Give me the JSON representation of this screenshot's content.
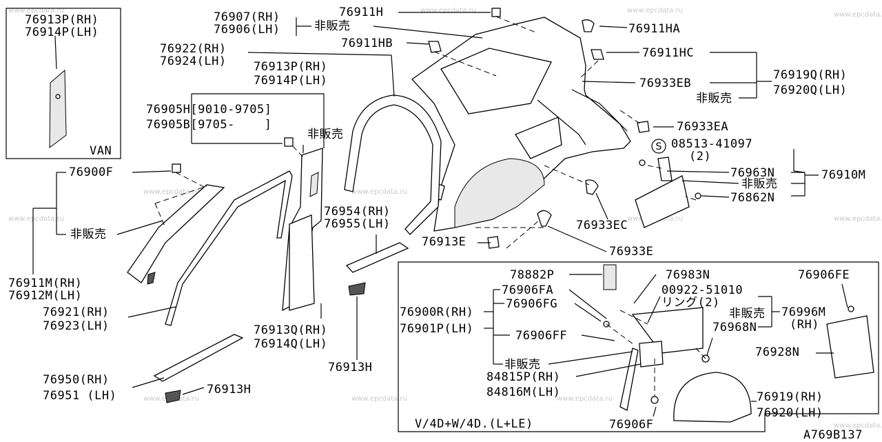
{
  "watermark": "www.epcdata.ru",
  "diagram_code": "A769B137",
  "van_box": {
    "title": "VAN",
    "codes": [
      "76913P(RH)",
      "76914P(LH)"
    ]
  },
  "inset": {
    "caption": "V/4D+W/4D.(L+LE)"
  },
  "labels": {
    "p76907": "76907(RH)",
    "p76906": "76906(LH)",
    "hs_top": "非販売",
    "p76911H": "76911H",
    "p76911HA": "76911HA",
    "p76911HB": "76911HB",
    "p76911HC": "76911HC",
    "p76922": "76922(RH)",
    "p76924": "76924(LH)",
    "p76913P": "76913P(RH)",
    "p76914P": "76914P(LH)",
    "p76905H": "76905H[9010-9705]",
    "p76905B": "76905B[9705-    ]",
    "hs_pillar": "非販売",
    "p76933EB": "76933EB",
    "hs_right": "非販売",
    "p76919Q": "76919Q(RH)",
    "p76920Q": "76920Q(LH)",
    "p76933EA": "76933EA",
    "s_mark": "S",
    "p08513": "08513-41097",
    "q2": "(2)",
    "p76963N": "76963N",
    "hs_bracket": "非販売",
    "p76910M": "76910M",
    "p76862N": "76862N",
    "p76900F": "76900F",
    "hs_left": "非販売",
    "p76911M": "76911M(RH)",
    "p76912M": "76912M(LH)",
    "p76954": "76954(RH)",
    "p76955": "76955(LH)",
    "p76913E": "76913E",
    "p76933EC": "76933EC",
    "p76933E": "76933E",
    "p76921": "76921(RH)",
    "p76923": "76923(LH)",
    "p76913Q": "76913Q(RH)",
    "p76914Q": "76914Q(LH)",
    "p76913H_a": "76913H",
    "p76950": "76950(RH)",
    "p76951": "76951 (LH)",
    "p76913H_b": "76913H",
    "p78882P": "78882P",
    "p76983N": "76983N",
    "p76906FA": "76906FA",
    "p00922": "00922-51010",
    "ring2": "リング(2)",
    "p76906FG": "76906FG",
    "p76900R": "76900R(RH)",
    "p76901P": "76901P(LH)",
    "hs_inset1": "非販売",
    "p76996M": "76996M",
    "rh_small": "(RH)",
    "p76968N": "76968N",
    "p76906FE": "76906FE",
    "p76906FF": "76906FF",
    "p76928N": "76928N",
    "hs_inset2": "非販売",
    "p84815P": "84815P(RH)",
    "p84816M": "84816M(LH)",
    "p76919": "76919(RH)",
    "p76920": "76920(LH)",
    "p76906F": "76906F"
  }
}
